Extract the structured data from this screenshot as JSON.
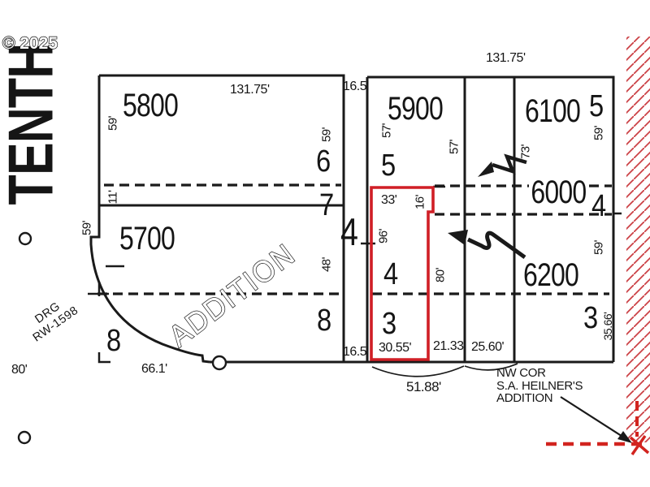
{
  "colors": {
    "line": "#1a1a1a",
    "red": "#d01f26",
    "hatch_red": "#cb4146",
    "dash_red": "#d2241f"
  },
  "watermark": "© 2025",
  "street": {
    "name": "TENTH"
  },
  "parcels": {
    "p5800": "5800",
    "p5700": "5700",
    "p5900": "5900",
    "p6000": "6000",
    "p6100": "6100",
    "p6200": "6200"
  },
  "lots": {
    "lot6": "6",
    "lot7": "7",
    "lot8_right": "8",
    "lot8_left": "8",
    "lot5_5900": "5",
    "lot5_6100": "5",
    "lot4_6100": "4",
    "lot3_6200": "3",
    "lot4_red": "4",
    "lot3_red": "3",
    "block4": "4"
  },
  "dims": {
    "d131_75_left": "131.75'",
    "d131_75_right": "131.75'",
    "d16_5_top": "16.5'",
    "d16_5_bottom": "16.5'",
    "d59_5800_left": "59'",
    "d59_5800_right": "59'",
    "d11": "11'",
    "d59_5700": "59'",
    "d48": "48'",
    "d66_1": "66.1'",
    "d80_left": "80'",
    "d57_left": "57'",
    "d57_right": "57'",
    "d33": "33'",
    "d16": "16'",
    "d96": "96'",
    "d80_mid": "80'",
    "d73": "73'",
    "d59_6100": "59'",
    "d59_6200": "59'",
    "d35_66": "35.66'",
    "d30_55": "30.55'",
    "d21_33": "21.33'",
    "d25_60": "25.60'",
    "d51_88": "51.88'"
  },
  "texts": {
    "addition": "ADDITION",
    "drg_line1": "DRG",
    "drg_line2": "RW-1598",
    "note_line1": "NW COR",
    "note_line2": "S.A. HEILNER'S",
    "note_line3": "ADDITION"
  }
}
